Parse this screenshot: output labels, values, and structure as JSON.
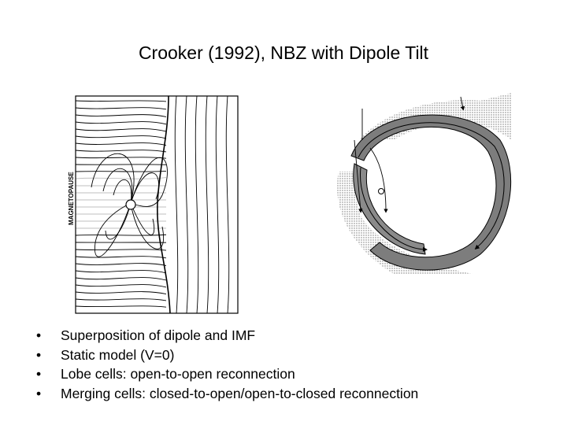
{
  "slide": {
    "title": "Crooker (1992), NBZ with Dipole Tilt"
  },
  "left_figure": {
    "vertical_label": "MAGNETOPAUSE"
  },
  "bullets": [
    "Superposition of dipole and IMF",
    "Static model (V=0)",
    "Lobe cells: open-to-open reconnection",
    "Merging cells: closed-to-open/open-to-closed reconnection"
  ],
  "bullet_symbol": "•",
  "colors": {
    "ink": "#000000",
    "band_fill": "#7a7a7a",
    "stipple": "#9a9a9a",
    "background": "#ffffff"
  }
}
